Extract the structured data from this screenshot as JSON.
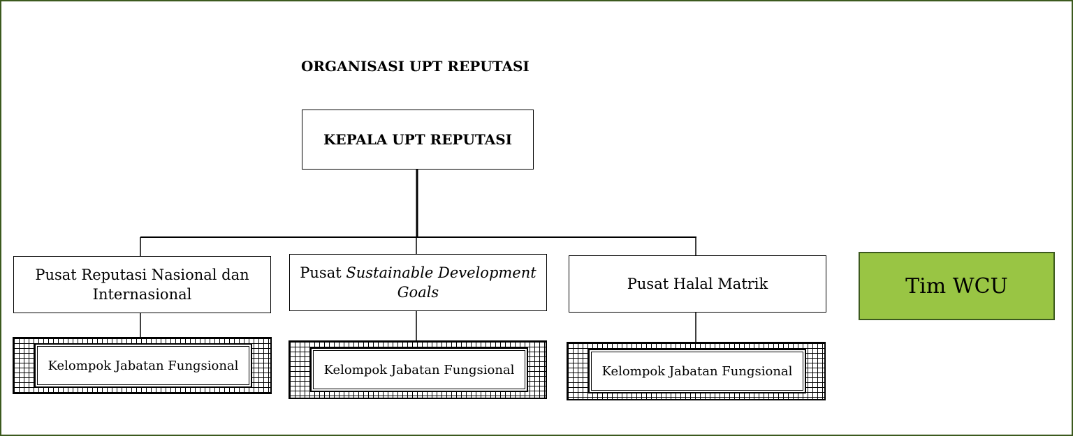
{
  "title": "ORGANISASI UPT REPUTASI",
  "head": "KEPALA UPT REPUTASI",
  "units": [
    {
      "parts": [
        {
          "text": "Pusat Reputasi Nasional dan Internasional",
          "italic": false
        }
      ]
    },
    {
      "parts": [
        {
          "text": "Pusat ",
          "italic": false
        },
        {
          "text": "Sustainable Development Goals",
          "italic": true
        }
      ]
    },
    {
      "parts": [
        {
          "text": "Pusat Halal Matrik",
          "italic": false
        }
      ]
    }
  ],
  "functional_group": "Kelompok Jabatan Fungsional",
  "team": "Tim WCU",
  "colors": {
    "border": "#3c5a1e",
    "team_fill": "#99c544"
  }
}
